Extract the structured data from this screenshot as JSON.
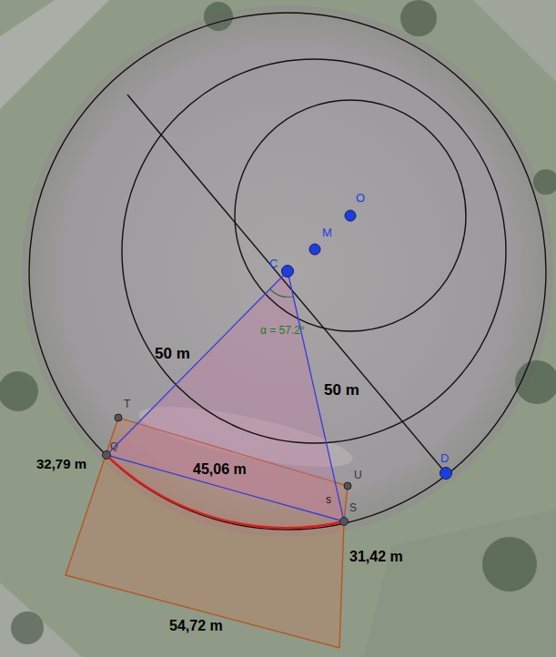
{
  "diagram": {
    "labels": [
      "O",
      "M",
      "C",
      "D",
      "T",
      "U",
      "S",
      "Q",
      "s",
      "50 m",
      "50 m",
      "α = 57.2°",
      "32,79 m",
      "45,06 m",
      "31,42 m",
      "54,72 m"
    ]
  }
}
